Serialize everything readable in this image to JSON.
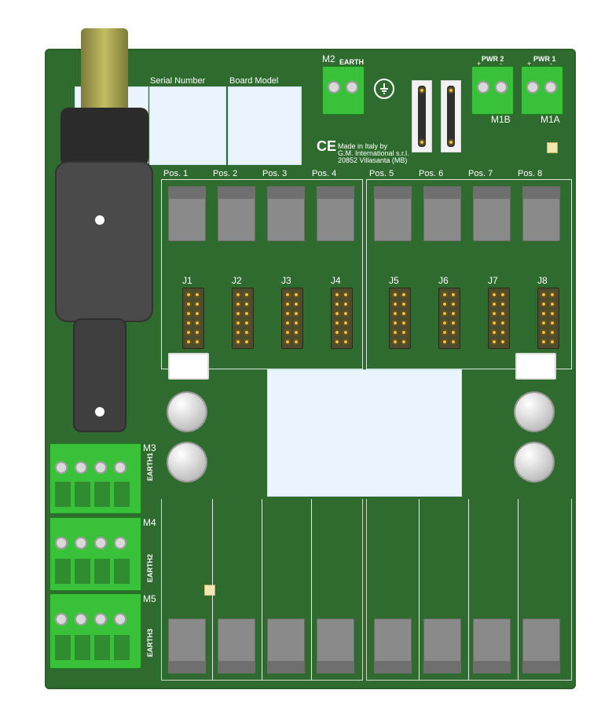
{
  "board": {
    "labels": {
      "serial_number": "Serial Number",
      "board_model": "Board Model",
      "m2": "M2",
      "earth": "EARTH",
      "pwr2": "PWR 2",
      "pwr1": "PWR 1",
      "m1b": "M1B",
      "m1a": "M1A",
      "made_in": "Made in Italy by",
      "company": "G.M. International s.r.l.",
      "address": "20852 Villasanta (MB)",
      "ce": "CE",
      "m3": "M3",
      "m4": "M4",
      "m5": "M5",
      "earth1": "EARTH1",
      "earth2": "EARTH2",
      "earth3": "EARTH3",
      "plus": "+",
      "minus": "-"
    },
    "positions": [
      "Pos. 1",
      "Pos. 2",
      "Pos. 3",
      "Pos. 4",
      "Pos. 5",
      "Pos. 6",
      "Pos. 7",
      "Pos. 8"
    ],
    "connectors": [
      "J1",
      "J2",
      "J3",
      "J4",
      "J5",
      "J6",
      "J7",
      "J8"
    ]
  },
  "colors": {
    "pcb": "#2f6b2f",
    "silkscreen": "#ffffff",
    "terminal_green": "#39c13a",
    "relay_gray": "#8a8a8a",
    "pin_gold": "#f2c04a",
    "label_area": "#e9f4ff"
  },
  "icons": {
    "earth": "earth-ground-icon",
    "ce": "ce-mark-icon"
  }
}
